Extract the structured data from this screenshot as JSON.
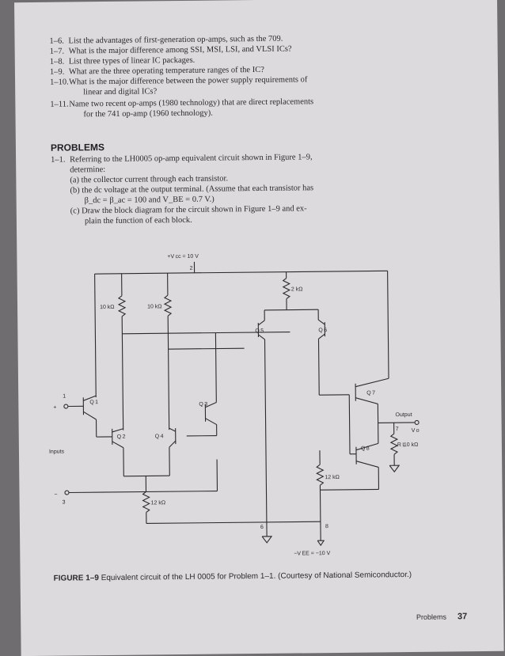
{
  "questions": [
    {
      "num": "1–6.",
      "text": "List the advantages of first-generation op-amps, such as the 709."
    },
    {
      "num": "1–7.",
      "text": "What is the major difference among SSI, MSI, LSI, and VLSI ICs?"
    },
    {
      "num": "1–8.",
      "text": "List three types of linear IC packages."
    },
    {
      "num": "1–9.",
      "text": "What are the three operating temperature ranges of the IC?"
    },
    {
      "num": "1–10.",
      "text": "What is the major difference between the power supply requirements of",
      "cont": "linear and digital ICs?"
    },
    {
      "num": "1–11.",
      "text": "Name two recent op-amps (1980 technology) that are direct replacements",
      "cont": "for the 741 op-amp (1960 technology)."
    }
  ],
  "problems_heading": "PROBLEMS",
  "problem": {
    "num": "1–1.",
    "text": "Referring to the LH0005 op-amp equivalent circuit shown in Figure 1–9,",
    "cont": "determine:",
    "a": "(a) the collector current through each transistor.",
    "b": "(b) the dc voltage at the output terminal. (Assume that each transistor has",
    "b2": "β_dc = β_ac = 100 and V_BE = 0.7 V.)",
    "c": "(c) Draw the block diagram for the circuit shown in Figure 1–9 and ex-",
    "c2": "plain the function of each block."
  },
  "circuit": {
    "vcc": "+V cc = 10 V",
    "vee": "−V EE = −10 V",
    "r1": "10 kΩ",
    "r2": "10 kΩ",
    "r3": "2 kΩ",
    "r4": "12 kΩ",
    "r5": "12 kΩ",
    "rl": "R L",
    "rl_val": "10 kΩ",
    "q1": "Q 1",
    "q2": "Q 2",
    "q3": "Q 3",
    "q4": "Q 4",
    "q5": "Q 5",
    "q6": "Q 6",
    "q7": "Q 7",
    "q8": "Q 8",
    "pin1": "1",
    "pin2": "2",
    "pin3": "3",
    "pin6": "6",
    "pin7": "7",
    "pin8": "8",
    "plus": "+",
    "minus": "−",
    "inputs": "Inputs",
    "output": "Output",
    "vo": "V o"
  },
  "caption": {
    "label": "FIGURE 1–9",
    "text": "Equivalent circuit of the LH 0005 for Problem 1–1. (Courtesy of National Semiconductor.)"
  },
  "footer": {
    "section": "Problems",
    "page": "37"
  }
}
